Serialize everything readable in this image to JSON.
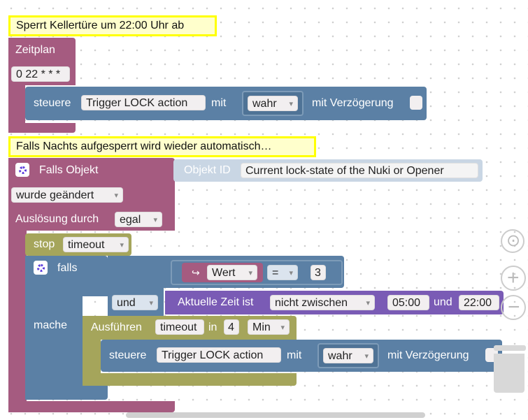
{
  "comments": {
    "first": "Sperrt Kellertüre um 22:00 Uhr ab",
    "second": "Falls Nachts aufgesperrt wird wieder automatisch…"
  },
  "schedule": {
    "label": "Zeitplan",
    "cron": "0 22 * * *"
  },
  "control1": {
    "label": "steuere",
    "target": "Trigger LOCK action",
    "with": "mit",
    "value": "wahr",
    "delay_label": "mit Verzögerung"
  },
  "trigger": {
    "label": "Falls Objekt",
    "object_id_label": "Objekt ID",
    "object_id": "Current lock-state of the Nuki or Opener",
    "changed": "wurde geändert",
    "triggered_by_label": "Auslösung durch",
    "triggered_by": "egal"
  },
  "stop": {
    "label": "stop",
    "timeout": "timeout"
  },
  "if_block": {
    "if_label": "falls",
    "do_label": "mache",
    "var_arrow": "↪",
    "var_name": "Wert",
    "operator": "=",
    "compare_value": "3",
    "logic": "und",
    "time_label": "Aktuelle Zeit ist",
    "time_mode": "nicht zwischen",
    "time_from": "05:00",
    "time_and": "und",
    "time_to": "22:00"
  },
  "timeout_block": {
    "label": "Ausführen",
    "name": "timeout",
    "in_label": "in",
    "amount": "4",
    "unit": "Min"
  },
  "control2": {
    "label": "steuere",
    "target": "Trigger LOCK action",
    "with": "mit",
    "value": "wahr",
    "delay_label": "mit Verzögerung"
  },
  "controls": {
    "center": "⊙",
    "zoom_in": "+",
    "zoom_out": "−"
  },
  "colors": {
    "event": "#a55b80",
    "action": "#5b80a5",
    "logic": "#5ba55b",
    "timer": "#a5a55b",
    "purple": "#7a5bb5",
    "variable": "#a55b80"
  }
}
